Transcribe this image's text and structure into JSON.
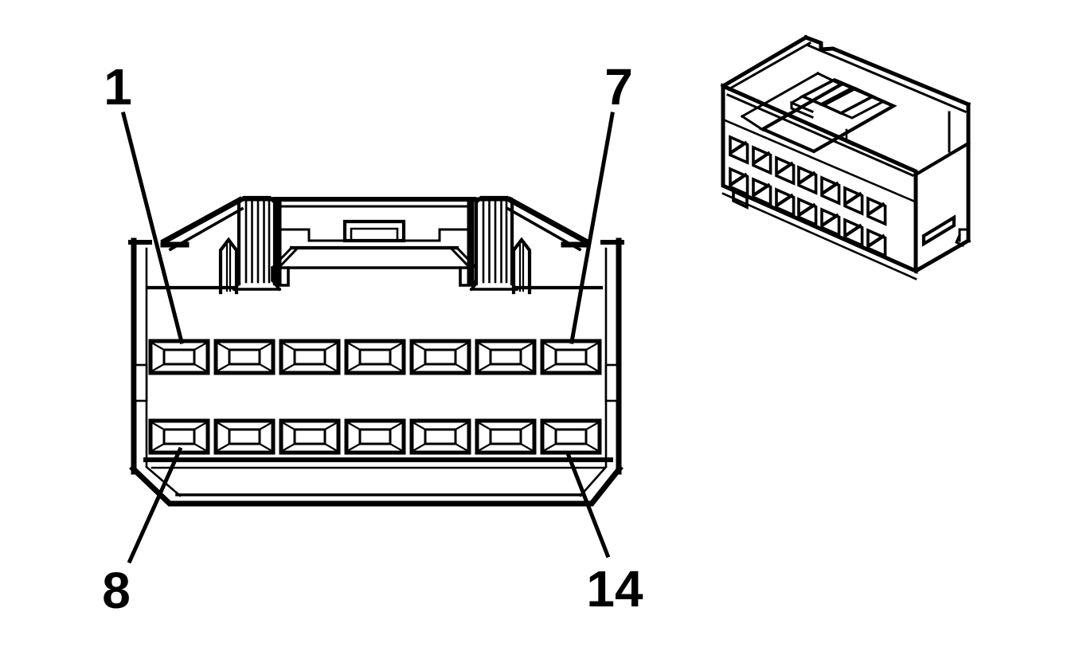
{
  "diagram": {
    "pin_labels": {
      "pin1": "1",
      "pin7": "7",
      "pin8": "8",
      "pin14": "14"
    },
    "connector": {
      "rows": 2,
      "cavities_per_row": 7,
      "total_cavities": 14
    },
    "line_color": "#000000",
    "background_color": "#ffffff"
  }
}
